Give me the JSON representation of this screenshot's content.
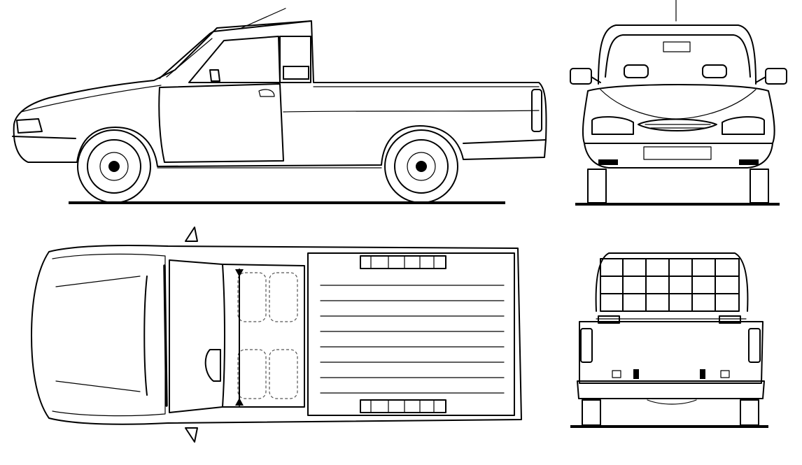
{
  "diagram": {
    "views": [
      "side",
      "front",
      "top",
      "rear"
    ],
    "colors": {
      "line": "#000000",
      "background": "#ffffff"
    }
  }
}
